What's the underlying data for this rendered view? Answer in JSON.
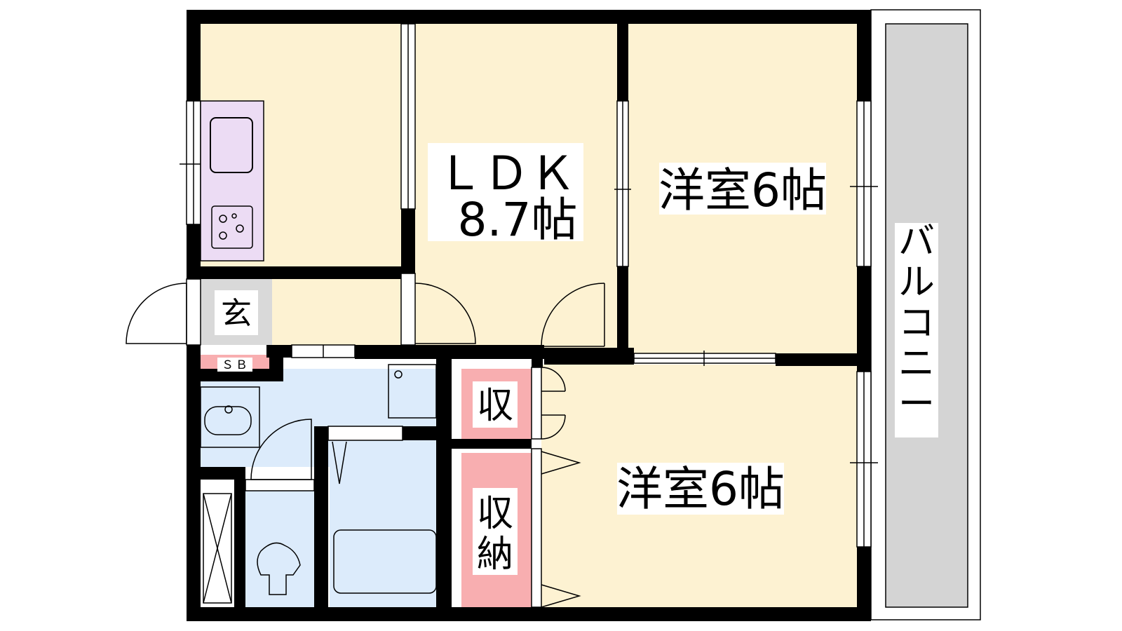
{
  "floor_plan": {
    "rooms": {
      "ldk_name": "ＬＤＫ",
      "ldk_size": "8.7帖",
      "western_room_upper": "洋室6帖",
      "western_room_lower": "洋室6帖",
      "entrance": "玄",
      "shoe_box": "ＳＢ",
      "storage_small": "収",
      "storage_large_line1": "収",
      "storage_large_line2": "納",
      "balcony_chars": [
        "バ",
        "ル",
        "コ",
        "ニ",
        "ー"
      ]
    },
    "colors": {
      "wall": "#000000",
      "room_floor": "#fdf2d2",
      "wet_area": "#dcebfb",
      "kitchen": "#ecdcf4",
      "entrance": "#d9d9d9",
      "storage": "#f8aeb0",
      "balcony": "#d4d4d4",
      "label_bg": "#ffffff"
    },
    "icons": [
      "sink-icon",
      "stove-icon",
      "washbasin-icon",
      "toilet-icon",
      "bathtub-icon",
      "washing-machine-pan-icon",
      "door-swing-icon"
    ]
  }
}
